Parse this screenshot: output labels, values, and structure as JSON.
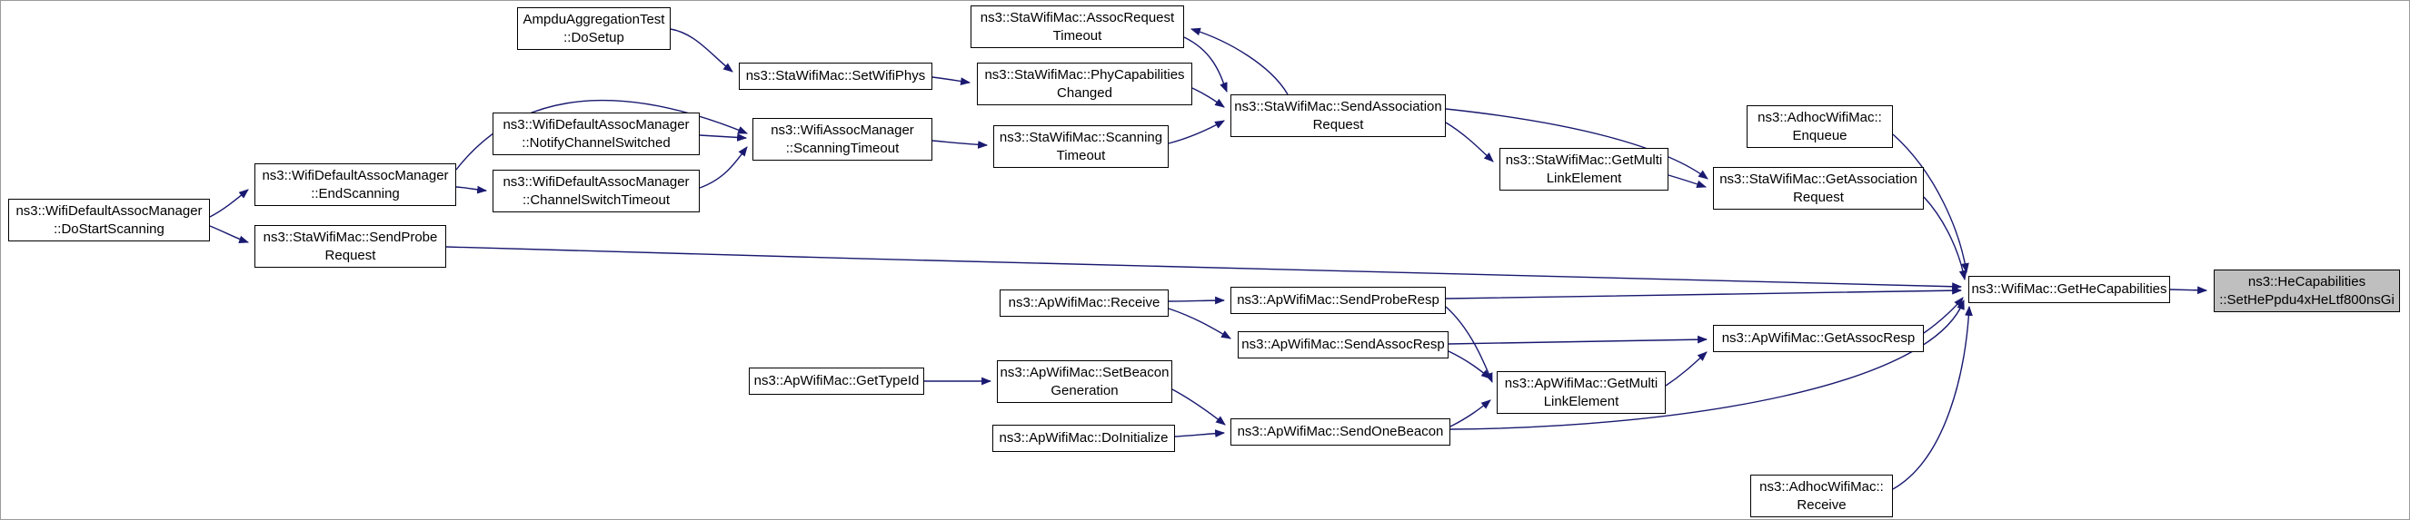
{
  "diagram": {
    "type": "doxygen-caller-graph",
    "target_function": "ns3::HeCapabilities::SetHePpdu4xHeLtf800nsGi",
    "colors": {
      "node_fill": "#ffffff",
      "node_border": "#000000",
      "edge": "#191970",
      "highlight_fill": "#bfbfbf",
      "text": "#000000"
    },
    "highlight_node": "n17",
    "nodes": [
      {
        "id": "n1",
        "label": "AmpduAggregationTest\n::DoSetup"
      },
      {
        "id": "n2",
        "label": "ns3::StaWifiMac::SetWifiPhys"
      },
      {
        "id": "n3",
        "label": "ns3::StaWifiMac::AssocRequest\nTimeout"
      },
      {
        "id": "n4",
        "label": "ns3::StaWifiMac::PhyCapabilities\nChanged"
      },
      {
        "id": "n5",
        "label": "ns3::StaWifiMac::SendAssociation\nRequest"
      },
      {
        "id": "n6",
        "label": "ns3::AdhocWifiMac::\nEnqueue"
      },
      {
        "id": "n7",
        "label": "ns3::WifiDefaultAssocManager\n::NotifyChannelSwitched"
      },
      {
        "id": "n8",
        "label": "ns3::WifiAssocManager\n::ScanningTimeout"
      },
      {
        "id": "n9",
        "label": "ns3::StaWifiMac::Scanning\nTimeout"
      },
      {
        "id": "n10",
        "label": "ns3::WifiDefaultAssocManager\n::EndScanning"
      },
      {
        "id": "n11",
        "label": "ns3::WifiDefaultAssocManager\n::ChannelSwitchTimeout"
      },
      {
        "id": "n12",
        "label": "ns3::StaWifiMac::GetMulti\nLinkElement"
      },
      {
        "id": "n13",
        "label": "ns3::StaWifiMac::GetAssociation\nRequest"
      },
      {
        "id": "n14",
        "label": "ns3::WifiDefaultAssocManager\n::DoStartScanning"
      },
      {
        "id": "n15",
        "label": "ns3::StaWifiMac::SendProbe\nRequest"
      },
      {
        "id": "n16",
        "label": "ns3::WifiMac::GetHeCapabilities"
      },
      {
        "id": "n17",
        "label": "ns3::HeCapabilities\n::SetHePpdu4xHeLtf800nsGi"
      },
      {
        "id": "n18",
        "label": "ns3::ApWifiMac::Receive"
      },
      {
        "id": "n19",
        "label": "ns3::ApWifiMac::SendProbeResp"
      },
      {
        "id": "n20",
        "label": "ns3::ApWifiMac::SendAssocResp"
      },
      {
        "id": "n21",
        "label": "ns3::ApWifiMac::GetAssocResp"
      },
      {
        "id": "n22",
        "label": "ns3::ApWifiMac::GetTypeId"
      },
      {
        "id": "n23",
        "label": "ns3::ApWifiMac::SetBeacon\nGeneration"
      },
      {
        "id": "n24",
        "label": "ns3::ApWifiMac::GetMulti\nLinkElement"
      },
      {
        "id": "n25",
        "label": "ns3::ApWifiMac::DoInitialize"
      },
      {
        "id": "n26",
        "label": "ns3::ApWifiMac::SendOneBeacon"
      },
      {
        "id": "n27",
        "label": "ns3::AdhocWifiMac::\nReceive"
      }
    ],
    "edges": [
      {
        "from": "n1",
        "to": "n2"
      },
      {
        "from": "n2",
        "to": "n4"
      },
      {
        "from": "n3",
        "to": "n5"
      },
      {
        "from": "n5",
        "to": "n3"
      },
      {
        "from": "n4",
        "to": "n5"
      },
      {
        "from": "n8",
        "to": "n9"
      },
      {
        "from": "n9",
        "to": "n5"
      },
      {
        "from": "n7",
        "to": "n8"
      },
      {
        "from": "n11",
        "to": "n8"
      },
      {
        "from": "n10",
        "to": "n11"
      },
      {
        "from": "n10",
        "to": "n8"
      },
      {
        "from": "n14",
        "to": "n10"
      },
      {
        "from": "n14",
        "to": "n15"
      },
      {
        "from": "n15",
        "to": "n16"
      },
      {
        "from": "n5",
        "to": "n12"
      },
      {
        "from": "n5",
        "to": "n13"
      },
      {
        "from": "n12",
        "to": "n13"
      },
      {
        "from": "n13",
        "to": "n16"
      },
      {
        "from": "n6",
        "to": "n16"
      },
      {
        "from": "n16",
        "to": "n17"
      },
      {
        "from": "n18",
        "to": "n19"
      },
      {
        "from": "n18",
        "to": "n20"
      },
      {
        "from": "n19",
        "to": "n16"
      },
      {
        "from": "n19",
        "to": "n24"
      },
      {
        "from": "n20",
        "to": "n21"
      },
      {
        "from": "n20",
        "to": "n24"
      },
      {
        "from": "n21",
        "to": "n16"
      },
      {
        "from": "n24",
        "to": "n21"
      },
      {
        "from": "n22",
        "to": "n23"
      },
      {
        "from": "n23",
        "to": "n26"
      },
      {
        "from": "n25",
        "to": "n26"
      },
      {
        "from": "n26",
        "to": "n24"
      },
      {
        "from": "n26",
        "to": "n16"
      },
      {
        "from": "n27",
        "to": "n16"
      }
    ]
  }
}
